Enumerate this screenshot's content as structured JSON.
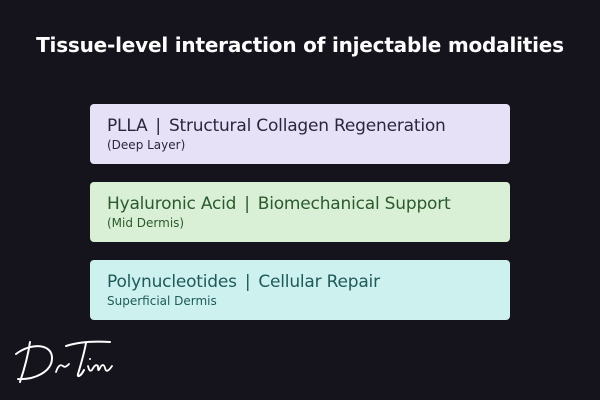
{
  "title": "Tissue-level interaction of injectable modalities",
  "colors": {
    "background": "#15141c",
    "title": "#ffffff"
  },
  "layers": [
    {
      "name": "PLLA",
      "role": "Structural Collagen Regeneration",
      "depth": "(Deep Layer)",
      "bg_color": "#e7e1f7",
      "text_color": "#2b2640"
    },
    {
      "name": "Hyaluronic Acid",
      "role": "Biomechanical Support",
      "depth": "(Mid Dermis)",
      "bg_color": "#d9f0d6",
      "text_color": "#2c5a2c"
    },
    {
      "name": "Polynucleotides",
      "role": "Cellular Repair",
      "depth": "Superficial Dermis",
      "bg_color": "#cdf1ee",
      "text_color": "#1f5a5a"
    }
  ],
  "separator": "|",
  "signature": "Dr Tim"
}
